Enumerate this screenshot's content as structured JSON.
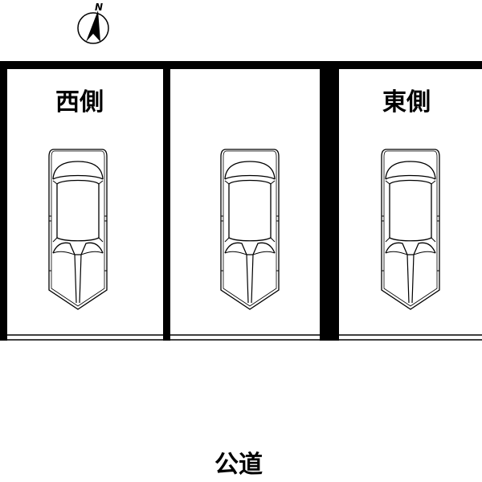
{
  "compass": {
    "north_label": "N"
  },
  "spaces": [
    {
      "label": "西側"
    },
    {
      "label": ""
    },
    {
      "label": "東側"
    }
  ],
  "road": {
    "label": "公道"
  },
  "colors": {
    "line": "#000000",
    "background": "#ffffff"
  }
}
